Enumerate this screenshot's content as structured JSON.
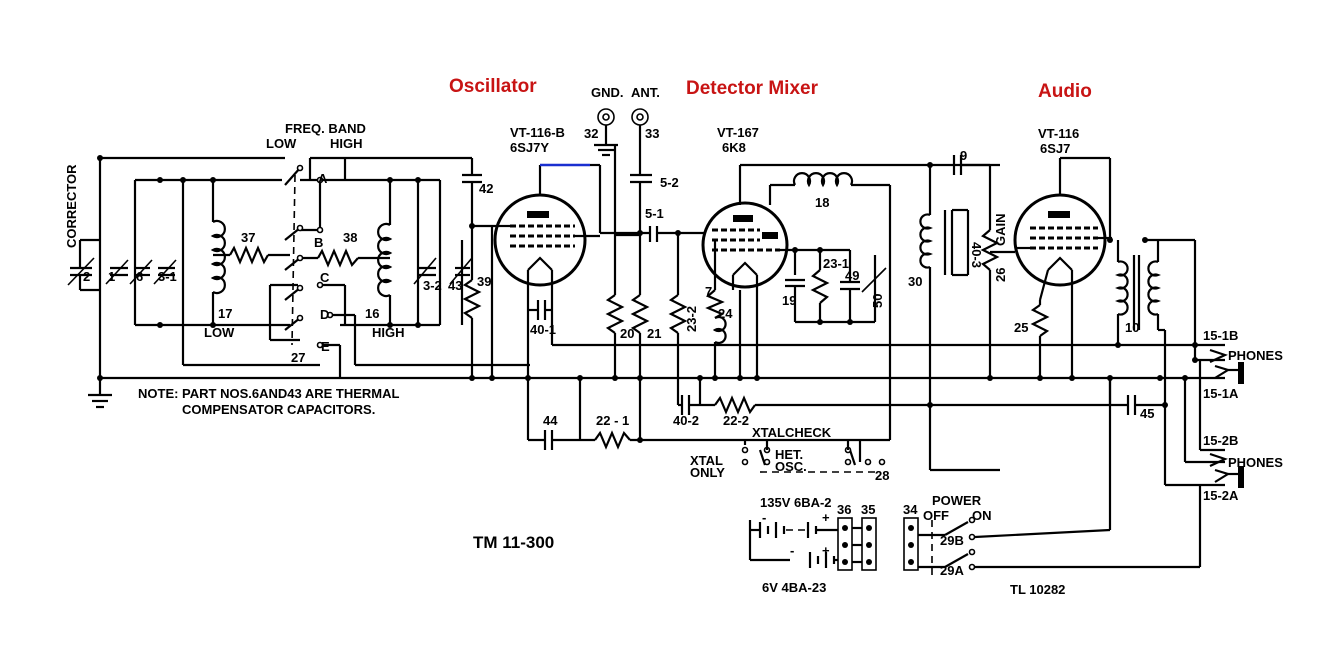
{
  "stages": {
    "oscillator": "Oscillator",
    "detector_mixer": "Detector Mixer",
    "audio": "Audio"
  },
  "tubes": {
    "osc_type": "VT-116-B",
    "osc_sub": "6SJ7Y",
    "mixer_type": "VT-167",
    "mixer_sub": "6K8",
    "audio_type": "VT-116",
    "audio_sub": "6SJ7"
  },
  "terminals": {
    "gnd": "GND.",
    "ant": "ANT.",
    "gnd_num": "32",
    "ant_num": "33"
  },
  "switch": {
    "title": "FREQ. BAND",
    "low": "LOW",
    "high": "HIGH",
    "pos_a": "A",
    "pos_b": "B",
    "pos_c": "C",
    "pos_d": "D",
    "pos_e": "E",
    "low2": "LOW",
    "high2": "HIGH"
  },
  "corrector": "CORRECTOR",
  "parts": {
    "c2": "2",
    "c1": "1",
    "c6": "6",
    "c3_1": "3-1",
    "l37": "37",
    "l38": "38",
    "c3_2": "3-2",
    "c43": "43",
    "l17": "17",
    "l16": "16",
    "s27": "27",
    "c42": "42",
    "r39": "39",
    "c40_1": "40-1",
    "c5_2": "5-2",
    "c5_1": "5-1",
    "r20": "20",
    "r21": "21",
    "r23_2": "23-2",
    "l18": "18",
    "r7": "7",
    "r24": "24",
    "r23_1": "23-1",
    "c49": "49",
    "c50": "50",
    "c19": "19",
    "c9": "9",
    "c40_3": "40-3",
    "t30": "30",
    "gain": "GAIN",
    "r26": "26",
    "r25": "25",
    "t10": "10",
    "c44": "44",
    "r22_1": "22 - 1",
    "c40_2": "40-2",
    "r22_2": "22-2",
    "c45": "45",
    "s28": "28"
  },
  "note_line1": "NOTE: PART NOS.6AND43 ARE THERMAL",
  "note_line2": "COMPENSATOR CAPACITORS.",
  "xtal": {
    "check": "XTALCHECK",
    "only1": "XTAL",
    "only2": "ONLY",
    "het1": "HET.",
    "het2": "OSC."
  },
  "battery": {
    "b_label": "135V 6BA-2",
    "a_label": "6V 4BA-23",
    "plus": "+",
    "minus": "-",
    "n36": "36",
    "n35": "35"
  },
  "power": {
    "title": "POWER",
    "off": "OFF",
    "on": "ON",
    "n34": "34",
    "s29b": "29B",
    "s29a": "29A"
  },
  "phones": {
    "label1": "PHONES",
    "label2": "PHONES",
    "j15_1b": "15-1B",
    "j15_1a": "15-1A",
    "j15_2b": "15-2B",
    "j15_2a": "15-2A"
  },
  "doc_id": "TM 11-300",
  "drawing_id": "TL 10282"
}
